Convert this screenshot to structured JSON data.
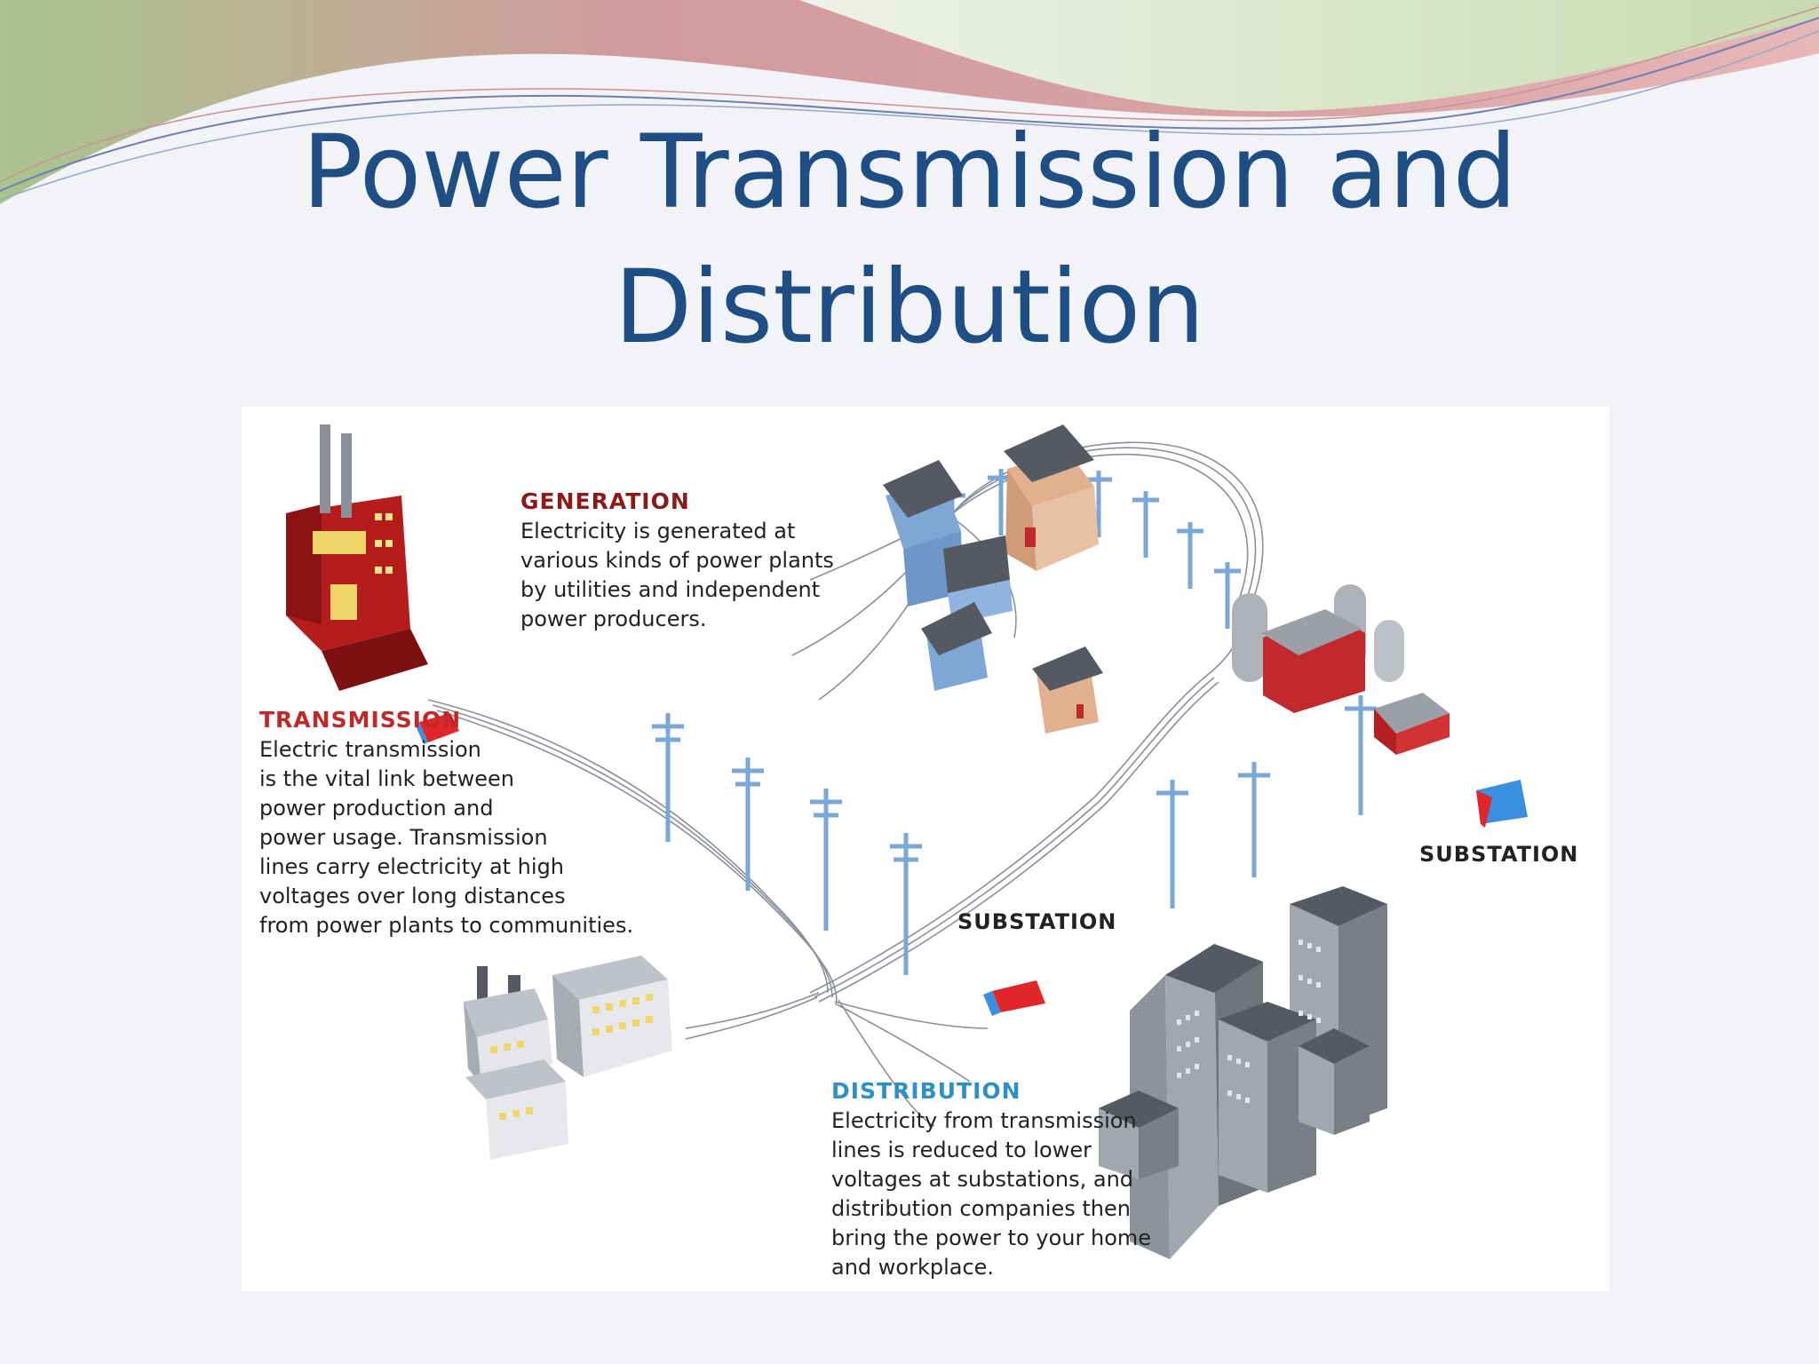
{
  "slide": {
    "title_line1": "Power Transmission and",
    "title_line2": "Distribution"
  },
  "generation": {
    "heading": "GENERATION",
    "lines": [
      "Electricity is generated at",
      "various kinds of power plants",
      "by utilities and independent",
      "power producers."
    ],
    "color": "#8b1a1a"
  },
  "transmission": {
    "heading": "TRANSMISSION",
    "lines": [
      "Electric transmission",
      "is the vital link between",
      "power production and",
      "power usage. Transmission",
      "lines carry electricity at high",
      "voltages over long distances",
      "from power plants to communities."
    ],
    "color": "#c0282a"
  },
  "substation_right": {
    "label": "SUBSTATION"
  },
  "substation_center": {
    "label": "SUBSTATION"
  },
  "distribution": {
    "heading": "DISTRIBUTION",
    "lines": [
      "Electricity from transmission",
      "lines is reduced to lower",
      "voltages at substations, and",
      "distribution companies then",
      "bring the power to your home",
      "and workplace."
    ],
    "color": "#2f8fc9"
  },
  "colors": {
    "title": "#1f4e84",
    "wave_pink": "#d9a3a5",
    "wave_green": "#bfd3a8",
    "substation_red": "#e0262a",
    "substation_blue": "#3a8fe0"
  },
  "icons": [
    "power-plant-icon",
    "house-icon",
    "farm-barn-icon",
    "silo-icon",
    "transmission-tower-icon",
    "substation-box-icon",
    "factory-icon",
    "office-building-icon"
  ]
}
